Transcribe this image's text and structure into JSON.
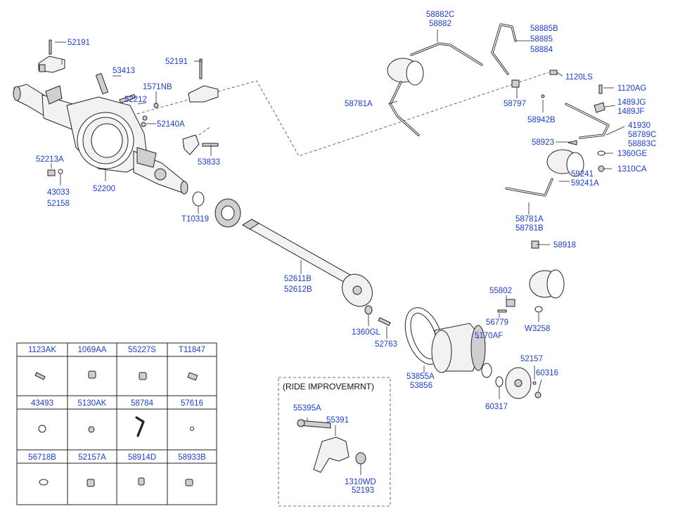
{
  "callouts": [
    {
      "id": "c52191a",
      "lines": [
        "52191"
      ]
    },
    {
      "id": "c52191b",
      "lines": [
        "52191"
      ]
    },
    {
      "id": "c53413",
      "lines": [
        "53413"
      ]
    },
    {
      "id": "c1571NB",
      "lines": [
        "1571NB"
      ]
    },
    {
      "id": "c52212",
      "lines": [
        "52212"
      ]
    },
    {
      "id": "c52140A",
      "lines": [
        "52140A"
      ]
    },
    {
      "id": "c53833",
      "lines": [
        "53833"
      ]
    },
    {
      "id": "c52213A",
      "lines": [
        "52213A"
      ]
    },
    {
      "id": "c43033",
      "lines": [
        "43033",
        "52158"
      ]
    },
    {
      "id": "c52200",
      "lines": [
        "52200"
      ]
    },
    {
      "id": "cT10319",
      "lines": [
        "T10319"
      ]
    },
    {
      "id": "c52611B",
      "lines": [
        "52611B",
        "52612B"
      ]
    },
    {
      "id": "c1360GL",
      "lines": [
        "1360GL"
      ]
    },
    {
      "id": "c52763",
      "lines": [
        "52763"
      ]
    },
    {
      "id": "c53855A",
      "lines": [
        "53855A",
        "53856"
      ]
    },
    {
      "id": "c5170AF",
      "lines": [
        "5170AF"
      ]
    },
    {
      "id": "c60317",
      "lines": [
        "60317"
      ]
    },
    {
      "id": "c52157",
      "lines": [
        "52157"
      ]
    },
    {
      "id": "c60316",
      "lines": [
        "60316"
      ]
    },
    {
      "id": "c55802",
      "lines": [
        "55802"
      ]
    },
    {
      "id": "c56779",
      "lines": [
        "56779"
      ]
    },
    {
      "id": "cW3258",
      "lines": [
        "W3258"
      ]
    },
    {
      "id": "c58918",
      "lines": [
        "58918"
      ]
    },
    {
      "id": "c58781AB",
      "lines": [
        "58781A",
        "58781B"
      ]
    },
    {
      "id": "c59241",
      "lines": [
        "59241",
        "59241A"
      ]
    },
    {
      "id": "c1310CA",
      "lines": [
        "1310CA"
      ]
    },
    {
      "id": "c1360GE",
      "lines": [
        "1360GE"
      ]
    },
    {
      "id": "c41930",
      "lines": [
        "41930",
        "58789C",
        "58883C"
      ]
    },
    {
      "id": "c58923",
      "lines": [
        "58923"
      ]
    },
    {
      "id": "c1489JG",
      "lines": [
        "1489JG",
        "1489JF"
      ]
    },
    {
      "id": "c1120AG",
      "lines": [
        "1120AG"
      ]
    },
    {
      "id": "c1120LS",
      "lines": [
        "1120LS"
      ]
    },
    {
      "id": "c58942B",
      "lines": [
        "58942B"
      ]
    },
    {
      "id": "c58797",
      "lines": [
        "58797"
      ]
    },
    {
      "id": "c58885B",
      "lines": [
        "58885B",
        "58885",
        "58884"
      ]
    },
    {
      "id": "c58882C",
      "lines": [
        "58882C",
        "58882"
      ]
    },
    {
      "id": "c58781A",
      "lines": [
        "58781A"
      ]
    },
    {
      "id": "c55395A",
      "lines": [
        "55395A"
      ]
    },
    {
      "id": "c55391",
      "lines": [
        "55391"
      ]
    },
    {
      "id": "c1310WD",
      "lines": [
        "1310WD",
        "52193"
      ]
    }
  ],
  "ride_box_title": "(RIDE IMPROVEMRNT)",
  "parts_table": [
    [
      "1123AK",
      "1069AA",
      "55227S",
      "T11847"
    ],
    [
      "43493",
      "5130AK",
      "58784",
      "57616"
    ],
    [
      "56718B",
      "52157A",
      "58914D",
      "58933B"
    ]
  ]
}
